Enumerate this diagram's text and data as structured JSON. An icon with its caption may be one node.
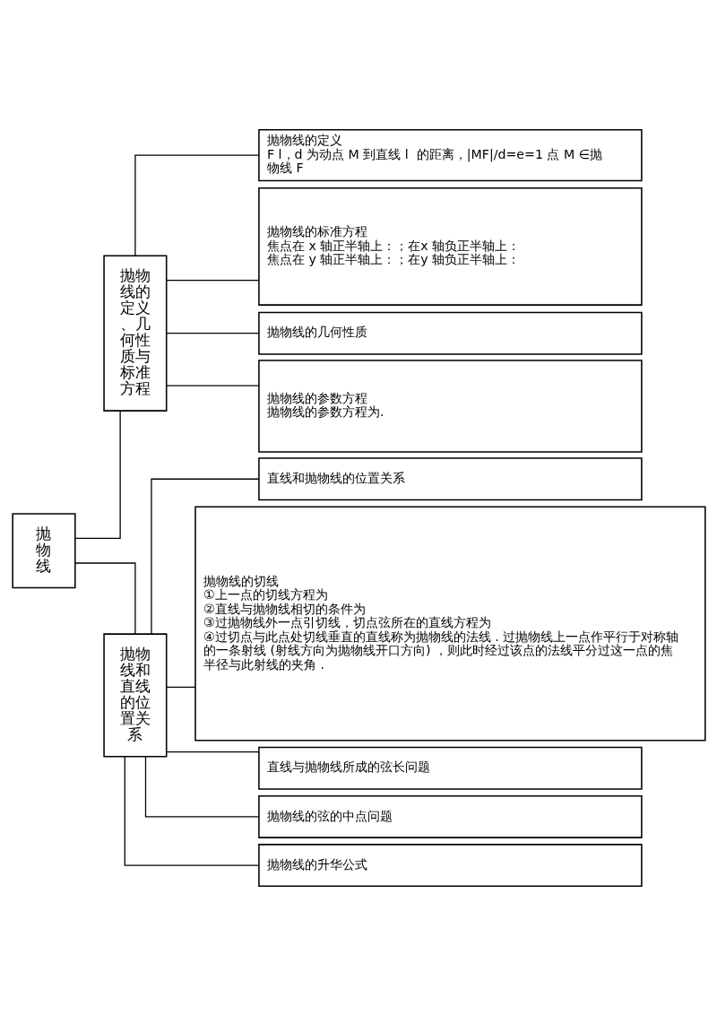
{
  "diagram": {
    "nodes": [
      {
        "text": [
          "抛物线"
        ]
      },
      {
        "text": [
          "抛物线的定义、几何性质与标准方程"
        ]
      },
      {
        "text": [
          "抛物线的定义",
          "F l，d 为动点 M 到直线 l  的距离，|MF|/d=e=1 点 M ∈抛物线 F"
        ]
      },
      {
        "text": [
          "抛物线的标准方程",
          "焦点在 x 轴正半轴上：；在x 轴负正半轴上：",
          "焦点在 y 轴正半轴上：；在y 轴负正半轴上："
        ]
      },
      {
        "text": [
          "抛物线的几何性质"
        ]
      },
      {
        "text": [
          "抛物线的参数方程",
          "抛物线的参数方程为."
        ]
      },
      {
        "text": [
          "抛物线和直线的位置关系"
        ]
      },
      {
        "text": [
          "直线和抛物线的位置关系"
        ]
      },
      {
        "text": [
          "抛物线的切线",
          "①上一点的切线方程为",
          "②直线与抛物线相切的条件为",
          "③过抛物线外一点引切线，切点弦所在的直线方程为",
          "④过切点与此点处切线垂直的直线称为抛物线的法线 . 过抛物线上一点作平行于对称轴的一条射线 (射线方向为抛物线开口方向) ，则此时经过该点的法线平分过这一点的焦半径与此射线的夹角 ."
        ]
      },
      {
        "text": [
          "直线与抛物线所成的弦长问题"
        ]
      },
      {
        "text": [
          "抛物线的弦的中点问题"
        ]
      },
      {
        "text": [
          "抛物线的升华公式"
        ]
      }
    ],
    "edges": [
      {
        "from": 0,
        "to": 1,
        "arrow": "none"
      },
      {
        "from": 0,
        "to": 6,
        "arrow": "none"
      },
      {
        "from": 1,
        "to": 2,
        "arrow": "none"
      },
      {
        "from": 1,
        "to": 3,
        "arrow": "none"
      },
      {
        "from": 1,
        "to": 4,
        "arrow": "none"
      },
      {
        "from": 1,
        "to": 5,
        "arrow": "none"
      },
      {
        "from": 6,
        "to": 7,
        "arrow": "none"
      },
      {
        "from": 6,
        "to": 8,
        "arrow": "none"
      },
      {
        "from": 6,
        "to": 9,
        "arrow": "none"
      },
      {
        "from": 6,
        "to": 10,
        "arrow": "none"
      },
      {
        "from": 6,
        "to": 11,
        "arrow": "none"
      }
    ]
  }
}
